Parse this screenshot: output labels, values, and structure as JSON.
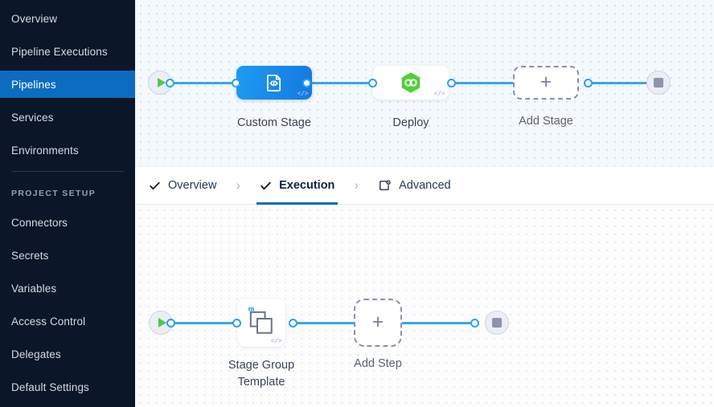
{
  "sidebar": {
    "items": [
      {
        "label": "Overview",
        "active": false
      },
      {
        "label": "Pipeline Executions",
        "active": false
      },
      {
        "label": "Pipelines",
        "active": true
      },
      {
        "label": "Services",
        "active": false
      },
      {
        "label": "Environments",
        "active": false
      }
    ],
    "section_label": "PROJECT SETUP",
    "setup_items": [
      {
        "label": "Connectors"
      },
      {
        "label": "Secrets"
      },
      {
        "label": "Variables"
      },
      {
        "label": "Access Control"
      },
      {
        "label": "Delegates"
      },
      {
        "label": "Default Settings"
      }
    ],
    "active_color": "#0b6cc0",
    "background_color": "#0b1628"
  },
  "tabs": {
    "items": [
      {
        "label": "Overview",
        "icon": "check-icon",
        "active": false
      },
      {
        "label": "Execution",
        "icon": "check-icon",
        "active": true
      },
      {
        "label": "Advanced",
        "icon": "advanced-settings-icon",
        "active": false
      }
    ],
    "separator": "›",
    "active_underline_color": "#0b6cc0"
  },
  "stage_canvas": {
    "start_node": {
      "icon": "play-icon",
      "name": "pipeline-start"
    },
    "end_node": {
      "icon": "stop-icon",
      "name": "pipeline-end"
    },
    "nodes": [
      {
        "label": "Custom Stage",
        "icon": "custom-stage-code-icon",
        "badge": "</>",
        "type": "custom"
      },
      {
        "label": "Deploy",
        "icon": "deploy-hexagon-icon",
        "badge": "</>",
        "type": "deploy"
      },
      {
        "label": "Add Stage",
        "icon": "plus-icon",
        "type": "add"
      }
    ],
    "connector_color": "#39a5ef"
  },
  "step_canvas": {
    "start_node": {
      "icon": "play-icon",
      "name": "execution-start"
    },
    "end_node": {
      "icon": "stop-icon",
      "name": "execution-end"
    },
    "nodes": [
      {
        "label": "Stage Group\nTemplate",
        "icon": "stage-group-template-icon",
        "badge": "</>",
        "type": "template"
      },
      {
        "label": "Add Step",
        "icon": "plus-icon",
        "type": "add"
      }
    ],
    "connector_color": "#39a5ef"
  }
}
